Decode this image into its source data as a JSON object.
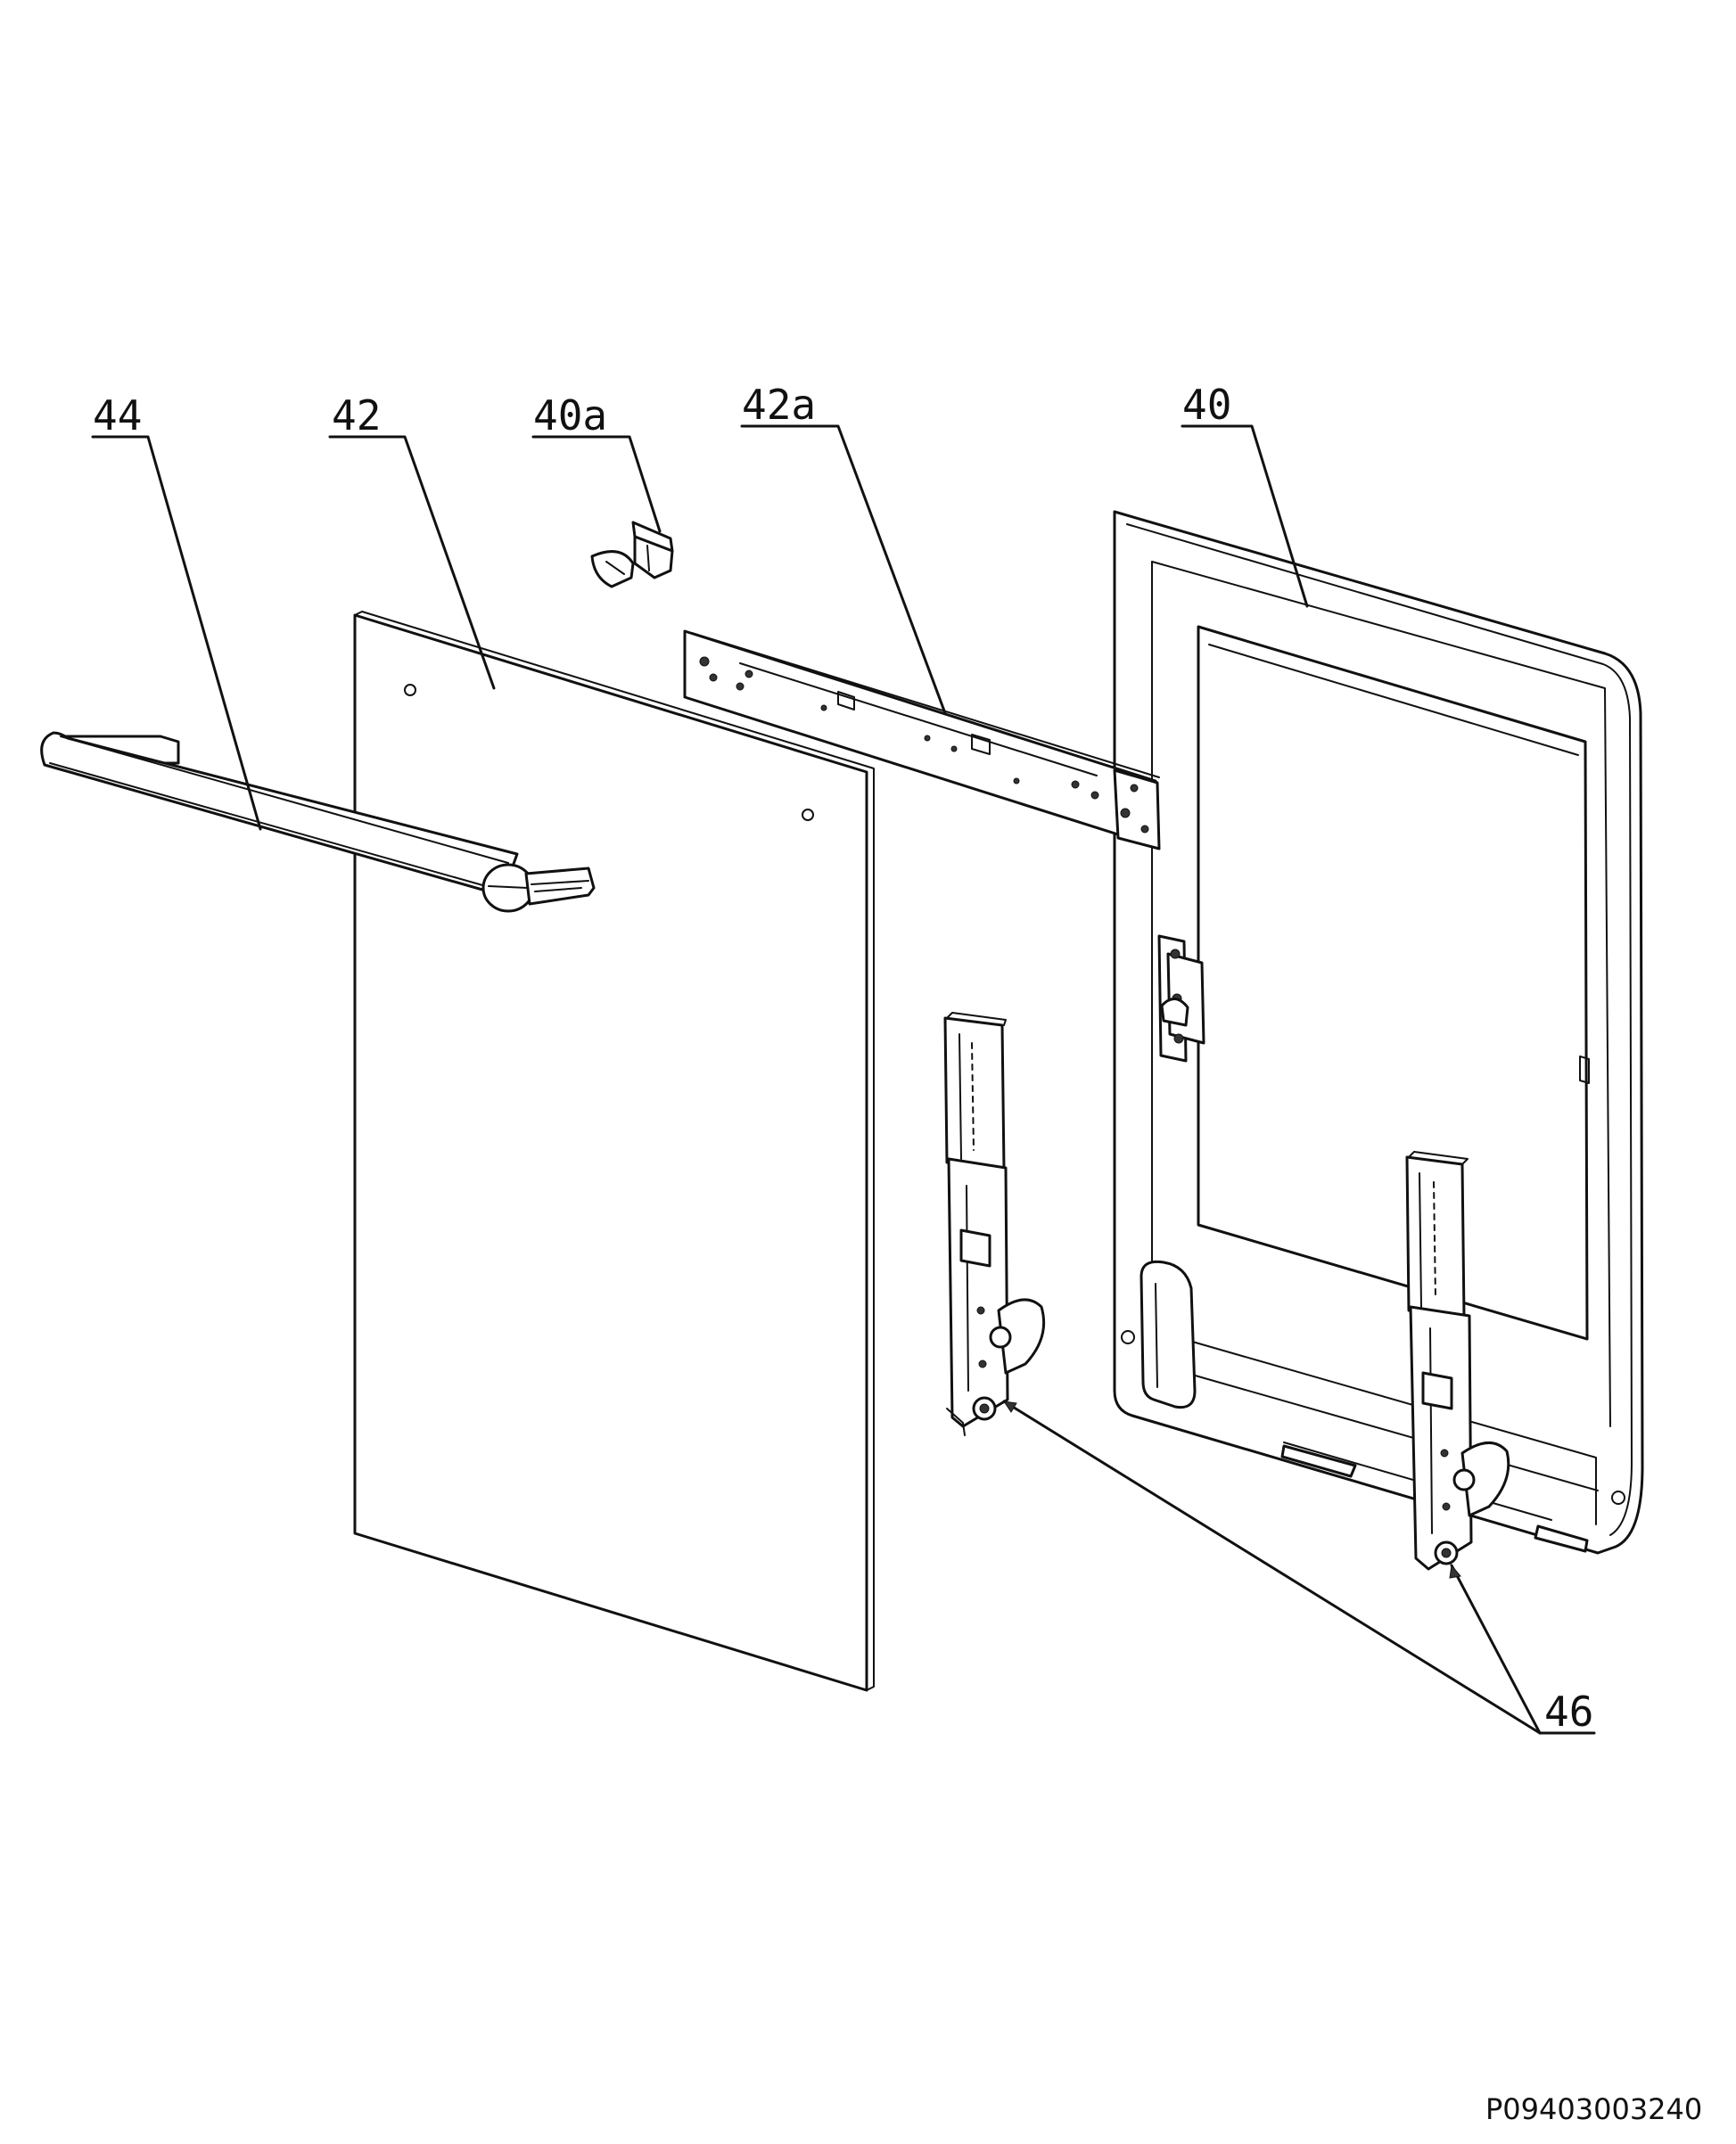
{
  "labels": {
    "handle": "44",
    "glass_panel": "42",
    "clip": "40a",
    "rail": "42a",
    "door_frame": "40",
    "hinges": "46"
  },
  "drawing_code": "P09403003240"
}
